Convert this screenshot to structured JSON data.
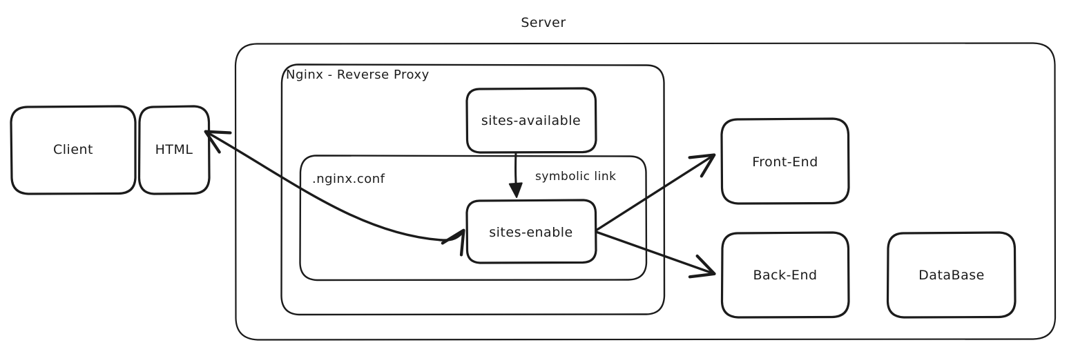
{
  "diagram": {
    "title": "Server",
    "type": "architecture-diagram",
    "stroke_color": "#1b1b1b",
    "background_color": "#ffffff",
    "containers": [
      {
        "id": "server",
        "label": "Server",
        "label_position": "top-outside"
      },
      {
        "id": "nginx",
        "label": "Nginx - Reverse Proxy",
        "label_position": "top-left-inside"
      },
      {
        "id": "nginx-conf",
        "label": ".nginx.conf",
        "label_position": "top-left-inside"
      }
    ],
    "nodes": [
      {
        "id": "client",
        "label": "Client"
      },
      {
        "id": "html",
        "label": "HTML"
      },
      {
        "id": "sites-available",
        "label": "sites-available"
      },
      {
        "id": "sites-enable",
        "label": "sites-enable"
      },
      {
        "id": "front-end",
        "label": "Front-End"
      },
      {
        "id": "back-end",
        "label": "Back-End"
      },
      {
        "id": "database",
        "label": "DataBase"
      }
    ],
    "edges": [
      {
        "id": "edge-symbolic-link",
        "from": "sites-available",
        "to": "sites-enable",
        "label": "symbolic link",
        "arrow": "single"
      },
      {
        "id": "edge-html-sites-enable",
        "from": "html",
        "to": "sites-enable",
        "label": "",
        "arrow": "double"
      },
      {
        "id": "edge-sites-enable-front-end",
        "from": "sites-enable",
        "to": "front-end",
        "label": "",
        "arrow": "single"
      },
      {
        "id": "edge-sites-enable-back-end",
        "from": "sites-enable",
        "to": "back-end",
        "label": "",
        "arrow": "single"
      }
    ]
  }
}
